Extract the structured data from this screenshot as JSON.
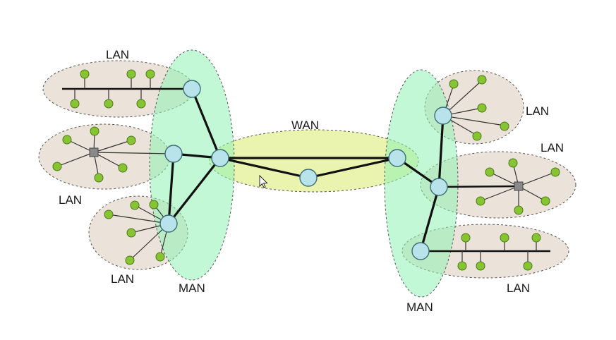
{
  "labels": {
    "wan": "WAN",
    "man_left": "MAN",
    "man_right": "MAN",
    "lan_left_top": "LAN",
    "lan_left_middle": "LAN",
    "lan_left_bottom": "LAN",
    "lan_right_top": "LAN",
    "lan_right_middle": "LAN",
    "lan_right_bottom": "LAN"
  },
  "colors": {
    "lan_fill": "#e7ddd3",
    "man_fill": "#8ff2b2",
    "wan_fill": "#e9f3a6",
    "router_fill": "#b9e3ea",
    "host_fill": "#86c433",
    "link": "#111111"
  },
  "icons": {
    "router": "router-node-icon",
    "host": "host-node-icon",
    "hub": "hub-square-icon",
    "cursor": "mouse-pointer-icon"
  }
}
